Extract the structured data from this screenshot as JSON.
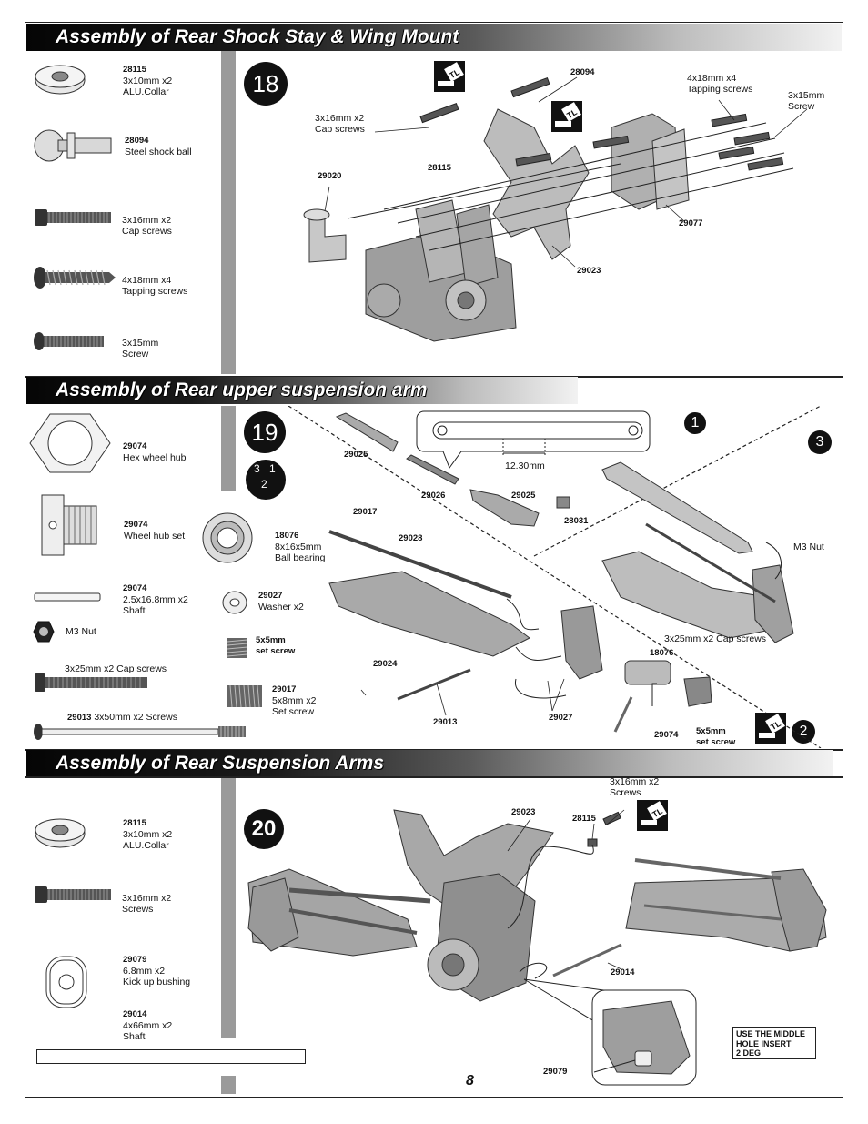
{
  "page_number": "8",
  "sections": [
    {
      "title": "Assembly of Rear Shock Stay & Wing Mount",
      "step": "18"
    },
    {
      "title": "Assembly of Rear upper suspension arm",
      "step": "19"
    },
    {
      "title": "Assembly of Rear Suspension Arms",
      "step": "20"
    }
  ],
  "step18": {
    "parts": [
      {
        "num": "28115",
        "desc": "3x10mm x2\nALU.Collar"
      },
      {
        "num": "28094",
        "desc": "Steel shock ball"
      },
      {
        "num": "",
        "desc": "3x16mm x2\nCap screws"
      },
      {
        "num": "",
        "desc": "4x18mm x4\nTapping screws"
      },
      {
        "num": "",
        "desc": "3x15mm\nScrew"
      }
    ],
    "callouts": {
      "c28094": "28094",
      "c_tap": "4x18mm x4\nTapping screws",
      "c_3x15": "3x15mm\nScrew",
      "c_cap": "3x16mm x2\nCap screws",
      "c28115": "28115",
      "c29020": "29020",
      "c29077": "29077",
      "c29023": "29023"
    }
  },
  "step19": {
    "parts": [
      {
        "num": "29074",
        "desc": "Hex wheel hub"
      },
      {
        "num": "29074",
        "desc": "Wheel hub set"
      },
      {
        "num": "18076",
        "desc": "8x16x5mm\nBall bearing"
      },
      {
        "num": "29074",
        "desc": "2.5x16.8mm x2\nShaft"
      },
      {
        "num": "29027",
        "desc": "Washer x2"
      },
      {
        "num": "",
        "desc": "M3 Nut"
      },
      {
        "num": "",
        "desc": "5x5mm\nset screw"
      },
      {
        "num": "",
        "desc": "3x25mm x2 Cap screws"
      },
      {
        "num": "29017",
        "desc": "5x8mm x2\nSet screw"
      },
      {
        "num": "29013",
        "desc": "3x50mm x2 Screws"
      }
    ],
    "order_badge": {
      "a": "3",
      "b": "1",
      "c": "2"
    },
    "sub_steps": [
      "1",
      "3",
      "2"
    ],
    "callouts": {
      "c29025a": "29025",
      "c29026": "29026",
      "c29025b": "29025",
      "c28031": "28031",
      "c29017": "29017",
      "c29028": "29028",
      "c29024": "29024",
      "c29013": "29013",
      "c29027": "29027",
      "c18076": "18076",
      "c29074": "29074",
      "c5x5": "5x5mm\nset screw",
      "c_m3": "M3 Nut",
      "c_3x25": "3x25mm x2 Cap screws",
      "dim": "12.30mm"
    }
  },
  "step20": {
    "parts": [
      {
        "num": "28115",
        "desc": "3x10mm x2\nALU.Collar"
      },
      {
        "num": "",
        "desc": "3x16mm x2\nScrews"
      },
      {
        "num": "29079",
        "desc": "6.8mm x2\nKick up bushing"
      },
      {
        "num": "29014",
        "desc": "4x66mm x2\nShaft"
      }
    ],
    "callouts": {
      "c_cap": "3x16mm x2\nScrews",
      "c29023": "29023",
      "c28115": "28115",
      "c29014": "29014",
      "c29079": "29079"
    },
    "note": "USE THE MIDDLE\nHOLE INSERT\n2 DEG"
  },
  "tl_label": "TL"
}
